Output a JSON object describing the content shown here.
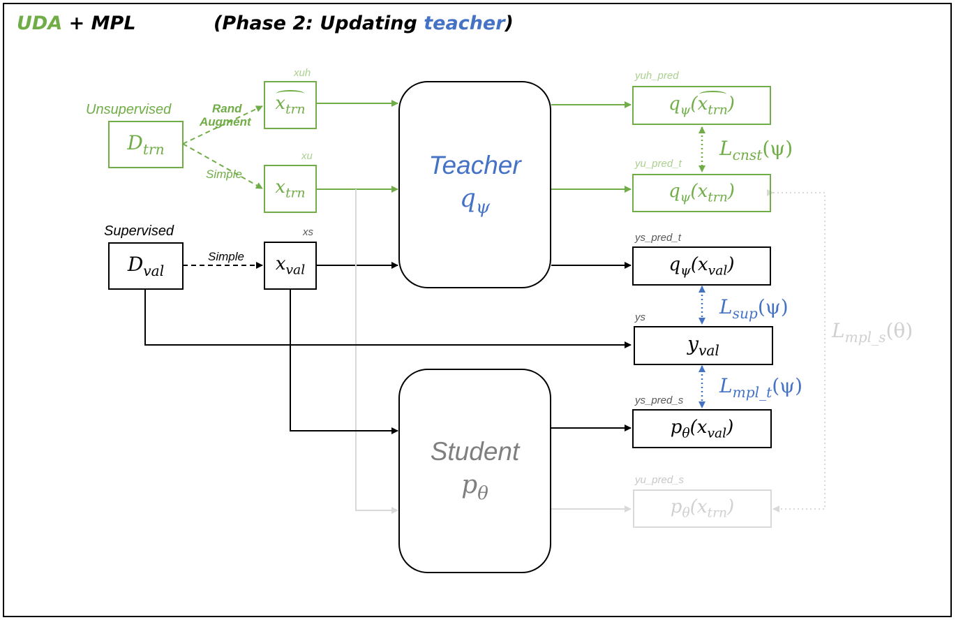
{
  "header": {
    "uda": "UDA",
    "plus_mpl": " + MPL",
    "phase_prefix": "(Phase 2: Updating ",
    "phase_teacher": "teacher",
    "phase_suffix": ")"
  },
  "sources": {
    "unsupervised_label": "Unsupervised",
    "unsupervised_symbol": "D",
    "unsupervised_sub": "trn",
    "supervised_label": "Supervised",
    "supervised_symbol": "D",
    "supervised_sub": "val"
  },
  "edges": {
    "rand_augment": "Rand\nAugment",
    "rand_line1": "Rand",
    "rand_line2": "Augment",
    "simple_unsup": "Simple",
    "simple_sup": "Simple"
  },
  "inputs": {
    "xuh_tag": "xuh",
    "xu_tag": "xu",
    "xs_tag": "xs",
    "x_symbol": "x",
    "trn_sub": "trn",
    "val_sub": "val"
  },
  "models": {
    "teacher_name": "Teacher",
    "teacher_symbol": "q",
    "teacher_sub": "ψ",
    "student_name": "Student",
    "student_symbol": "p",
    "student_sub": "θ"
  },
  "outputs": {
    "yuh_pred_tag": "yuh_pred",
    "yu_pred_t_tag": "yu_pred_t",
    "ys_pred_t_tag": "ys_pred_t",
    "ys_tag": "ys",
    "ys_pred_s_tag": "ys_pred_s",
    "yu_pred_s_tag": "yu_pred_s",
    "q_psi": "q",
    "p_theta": "p",
    "psi": "ψ",
    "theta": "θ",
    "open": "(",
    "close": ")",
    "y_symbol": "y",
    "val_sub": "val"
  },
  "losses": {
    "cnst_L": "L",
    "cnst_sub": "cnst",
    "cnst_arg": "(ψ)",
    "sup_L": "L",
    "sup_sub": "sup",
    "sup_arg": "(ψ)",
    "mpl_t_L": "L",
    "mpl_t_sub": "mpl_t",
    "mpl_t_arg": "(ψ)",
    "mpl_s_L": "L",
    "mpl_s_sub": "mpl_s",
    "mpl_s_arg": "(θ)"
  },
  "colors": {
    "green": "#70ad47",
    "blue": "#4472c4",
    "black": "#000000",
    "gray": "#7f7f7f",
    "light_gray": "#d9d9d9"
  }
}
